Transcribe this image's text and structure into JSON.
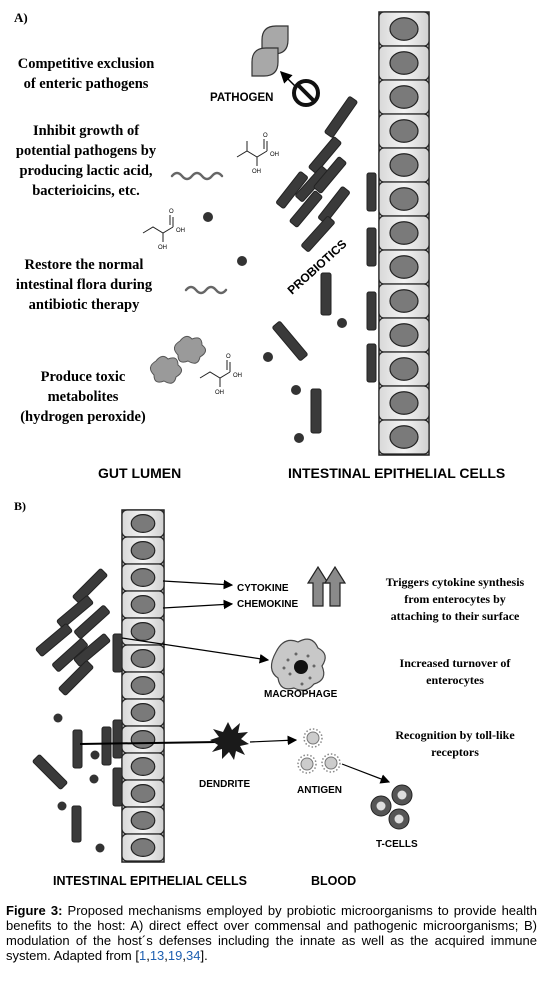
{
  "panel_a": {
    "label": "A)",
    "mechanisms": [
      [
        "Competitive exclusion",
        "of enteric pathogens"
      ],
      [
        "Inhibit growth of",
        "potential pathogens by",
        "producing lactic acid,",
        "bacterioicins, etc."
      ],
      [
        "Restore the normal",
        "intestinal flora during",
        "antibiotic therapy"
      ],
      [
        "Produce toxic",
        "metabolites",
        "(hydrogen peroxide)"
      ]
    ],
    "pathogen_label": "PATHOGEN",
    "probiotics_label": "PROBIOTICS",
    "lactic_acid_groups": [
      "OH",
      "O",
      "OH"
    ],
    "gut_lumen_label": "GUT LUMEN",
    "epithelial_label": "INTESTINAL EPITHELIAL CELLS"
  },
  "panel_b": {
    "label": "B)",
    "cytokine_label": "CYTOKINE",
    "chemokine_label": "CHEMOKINE",
    "effects": [
      [
        "Triggers cytokine synthesis",
        "from enterocytes by",
        "attaching to their surface"
      ],
      [
        "Increased turnover of",
        "enterocytes"
      ],
      [
        "Recognition by toll-like",
        "receptors"
      ]
    ],
    "macrophage_label": "MACROPHAGE",
    "dendrite_label": "DENDRITE",
    "antigen_label": "ANTIGEN",
    "tcells_label": "T-CELLS",
    "epithelial_label": "INTESTINAL EPITHELIAL CELLS",
    "blood_label": "BLOOD"
  },
  "caption": {
    "figure_label": "Figure 3:",
    "text": " Proposed mechanisms employed by probiotic microorganisms to provide health benefits to the host: A) direct effect over commensal and pathogenic microorganisms; B) modulation of the host´s defenses including the innate as well as the acquired immune system. Adapted from [",
    "refs": [
      "1",
      "13",
      "19",
      "34"
    ],
    "closing": "]."
  }
}
